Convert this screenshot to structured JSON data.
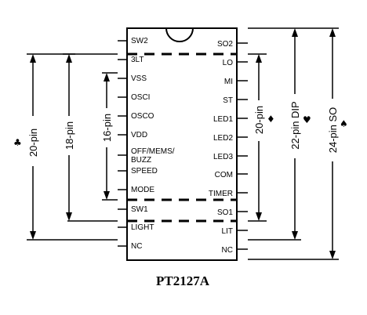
{
  "chip_name": "PT2127A",
  "left_pins": [
    "SW2",
    "3LT",
    "VSS",
    "OSCI",
    "OSCO",
    "VDD",
    "OFF/MEMS/",
    "BUZZ",
    "SPEED",
    "MODE",
    "SW1",
    "LIGHT",
    "NC"
  ],
  "right_pins": [
    "SO2",
    "LO",
    "MI",
    "ST",
    "LED1",
    "LED2",
    "LED3",
    "COM",
    "TIMER",
    "SO1",
    "LIT",
    "NC"
  ],
  "left_dims": [
    "20-pin",
    "18-pin",
    "16-pin"
  ],
  "right_dims": [
    "20-pin",
    "22-pin DIP",
    "24-pin SO"
  ],
  "suits": {
    "club": "♣",
    "diamond": "♦",
    "heart": "♥",
    "spade": "♠"
  }
}
